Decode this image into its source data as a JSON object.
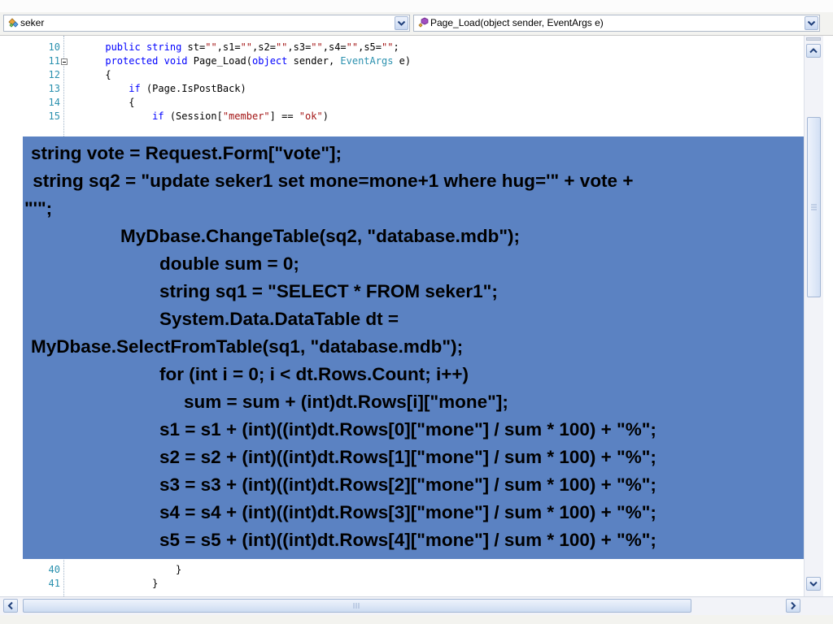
{
  "toolbar": {
    "class_combo": {
      "value": "seker",
      "icon": "class-icon"
    },
    "member_combo": {
      "value": "Page_Load(object sender, EventArgs e)",
      "icon": "method-icon"
    }
  },
  "editor": {
    "lines": [
      {
        "num": "10",
        "fold": false,
        "tokens": [
          {
            "t": "      "
          },
          {
            "t": "public",
            "c": "kw"
          },
          {
            "t": " "
          },
          {
            "t": "string",
            "c": "kw"
          },
          {
            "t": " st="
          },
          {
            "t": "\"\"",
            "c": "st"
          },
          {
            "t": ",s1="
          },
          {
            "t": "\"\"",
            "c": "st"
          },
          {
            "t": ",s2="
          },
          {
            "t": "\"\"",
            "c": "st"
          },
          {
            "t": ",s3="
          },
          {
            "t": "\"\"",
            "c": "st"
          },
          {
            "t": ",s4="
          },
          {
            "t": "\"\"",
            "c": "st"
          },
          {
            "t": ",s5="
          },
          {
            "t": "\"\"",
            "c": "st"
          },
          {
            "t": ";"
          }
        ]
      },
      {
        "num": "11",
        "fold": true,
        "tokens": [
          {
            "t": "      "
          },
          {
            "t": "protected",
            "c": "kw"
          },
          {
            "t": " "
          },
          {
            "t": "void",
            "c": "kw"
          },
          {
            "t": " Page_Load("
          },
          {
            "t": "object",
            "c": "kw"
          },
          {
            "t": " sender, "
          },
          {
            "t": "EventArgs",
            "c": "ty"
          },
          {
            "t": " e)"
          }
        ]
      },
      {
        "num": "12",
        "fold": false,
        "tokens": [
          {
            "t": "      {"
          }
        ]
      },
      {
        "num": "13",
        "fold": false,
        "tokens": [
          {
            "t": "          "
          },
          {
            "t": "if",
            "c": "kw"
          },
          {
            "t": " (Page.IsPostBack)"
          }
        ]
      },
      {
        "num": "14",
        "fold": false,
        "tokens": [
          {
            "t": "          {"
          }
        ]
      },
      {
        "num": "15",
        "fold": false,
        "tokens": [
          {
            "t": "              "
          },
          {
            "t": "if",
            "c": "kw"
          },
          {
            "t": " (Session["
          },
          {
            "t": "\"member\"",
            "c": "st"
          },
          {
            "t": "] == "
          },
          {
            "t": "\"ok\"",
            "c": "st"
          },
          {
            "t": ")"
          }
        ]
      },
      {
        "num": "40",
        "fold": false,
        "tokens": [
          {
            "t": "                  }"
          }
        ]
      },
      {
        "num": "41",
        "fold": false,
        "tokens": [
          {
            "t": "              }"
          }
        ]
      }
    ]
  },
  "overlay": {
    "lines": [
      "string vote = Request.Form[\"vote\"];",
      " string sq2 = \"update seker1 set mone=mone+1 where hug='\" + vote +",
      "\"'\";",
      "MyDbase.ChangeTable(sq2, \"database.mdb\");",
      "double sum = 0;",
      "string sq1 = \"SELECT * FROM seker1\";",
      "System.Data.DataTable dt =",
      "MyDbase.SelectFromTable(sq1, \"database.mdb\");",
      "for (int i = 0; i < dt.Rows.Count; i++)",
      "sum = sum + (int)dt.Rows[i][\"mone\"];",
      "s1 = s1 + (int)((int)dt.Rows[0][\"mone\"] / sum * 100) + \"%\";",
      "s2 = s2 + (int)((int)dt.Rows[1][\"mone\"] / sum * 100) + \"%\";",
      "s3 = s3 + (int)((int)dt.Rows[2][\"mone\"] / sum * 100) + \"%\";",
      "s4 = s4 + (int)((int)dt.Rows[3][\"mone\"] / sum * 100) + \"%\";",
      "s5 = s5 + (int)((int)dt.Rows[4][\"mone\"] / sum * 100) + \"%\";"
    ]
  },
  "colors": {
    "keyword": "#0000ff",
    "type": "#2b91af",
    "string": "#a31515",
    "overlay": "#5b82c2",
    "line_number": "#2b91af"
  }
}
